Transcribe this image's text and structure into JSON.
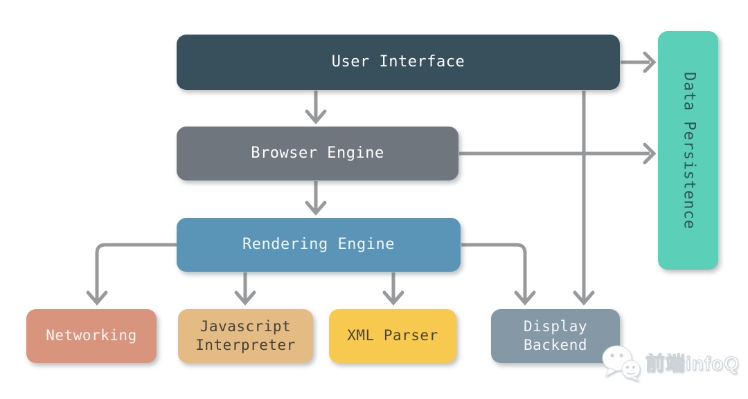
{
  "diagram": {
    "description": "Browser architecture flow diagram",
    "edge_color": "#97999B",
    "nodes": {
      "user_interface": {
        "label": "User Interface",
        "fill": "#37505C",
        "text_color": "#FFFFFF"
      },
      "browser_engine": {
        "label": "Browser Engine",
        "fill": "#70767D",
        "text_color": "#FFFFFF"
      },
      "rendering_engine": {
        "label": "Rendering Engine",
        "fill": "#5A94B6",
        "text_color": "#F2F7FA"
      },
      "networking": {
        "label": "Networking",
        "fill": "#D9947E",
        "text_color": "#FDF6F1"
      },
      "javascript_interpreter": {
        "label": "Javascript Interpreter",
        "fill": "#E3BB83",
        "text_color": "#44413A"
      },
      "xml_parser": {
        "label": "XML Parser",
        "fill": "#F7CA4F",
        "text_color": "#4A452F"
      },
      "display_backend": {
        "label": "Display Backend",
        "fill": "#8598A5",
        "text_color": "#F5F8FA"
      },
      "data_persistence": {
        "label": "Data Persistence",
        "fill": "#5BCFB7",
        "text_color": "#2E545C"
      }
    },
    "edges": [
      {
        "from": "User Interface",
        "to": "Browser Engine"
      },
      {
        "from": "User Interface",
        "to": "Data Persistence"
      },
      {
        "from": "User Interface",
        "to": "Display Backend"
      },
      {
        "from": "Browser Engine",
        "to": "Rendering Engine"
      },
      {
        "from": "Browser Engine",
        "to": "Data Persistence"
      },
      {
        "from": "Rendering Engine",
        "to": "Networking"
      },
      {
        "from": "Rendering Engine",
        "to": "Javascript Interpreter"
      },
      {
        "from": "Rendering Engine",
        "to": "XML Parser"
      },
      {
        "from": "Rendering Engine",
        "to": "Display Backend"
      }
    ]
  },
  "watermark": {
    "text": "前端infoQ",
    "icon": "wechat-logo"
  }
}
